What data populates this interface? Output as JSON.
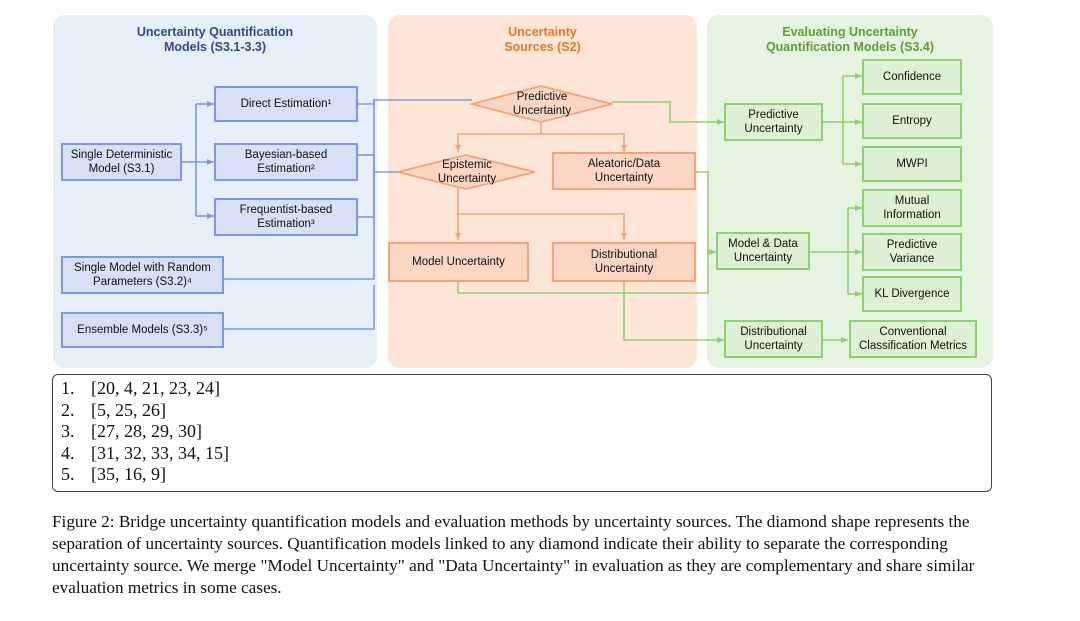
{
  "colors": {
    "blue": "#7d9ad6",
    "orange": "#f3a37b",
    "green": "#8fcf73",
    "blue_title": "#2f4a86",
    "orange_title": "#e07a2e",
    "green_title": "#5f9c3c"
  },
  "panels": {
    "models": {
      "title": "Uncertainty Quantification\nModels (S3.1-3.3)"
    },
    "sources": {
      "title": "Uncertainty\nSources (S2)"
    },
    "evaluation": {
      "title": "Evaluating Uncertainty\nQuantification Models (S3.4)"
    }
  },
  "models": {
    "single_deterministic": "Single Deterministic\nModel (S3.1)",
    "direct_estimation": "Direct Estimation¹",
    "bayesian_estimation": "Bayesian-based\nEstimation²",
    "frequentist_estimation": "Frequentist-based\nEstimation³",
    "single_random": "Single Model with Random\nParameters (S3.2)⁴",
    "ensemble": "Ensemble Models (S3.3)⁵"
  },
  "sources": {
    "predictive": "Predictive\nUncertainty",
    "epistemic": "Epistemic\nUncertainty",
    "aleatoric": "Aleatoric/Data\nUncertainty",
    "model_uncertainty": "Model Uncertainty",
    "distributional": "Distributional\nUncertainty"
  },
  "evaluation": {
    "predictive": "Predictive\nUncertainty",
    "model_data": "Model & Data\nUncertainty",
    "distributional": "Distributional\nUncertainty",
    "confidence": "Confidence",
    "entropy": "Entropy",
    "mwpi": "MWPI",
    "mutual_information": "Mutual\nInformation",
    "predictive_variance": "Predictive\nVariance",
    "kl_divergence": "KL Divergence",
    "classification_metrics": "Conventional\nClassification Metrics"
  },
  "references": [
    {
      "num": "1.",
      "text": "[20, 4, 21, 23, 24]"
    },
    {
      "num": "2.",
      "text": "[5, 25, 26]"
    },
    {
      "num": "3.",
      "text": "[27, 28, 29, 30]"
    },
    {
      "num": "4.",
      "text": "[31, 32, 33, 34, 15]"
    },
    {
      "num": "5.",
      "text": "[35, 16, 9]"
    }
  ],
  "caption": "Figure 2: Bridge uncertainty quantification models and evaluation methods by uncertainty sources. The diamond shape represents the separation of uncertainty sources. Quantification models linked to any diamond indicate their ability to separate the corresponding uncertainty source. We merge \"Model Uncertainty\" and \"Data Uncertainty\" in evaluation as they are complementary and share similar evaluation metrics in some cases."
}
